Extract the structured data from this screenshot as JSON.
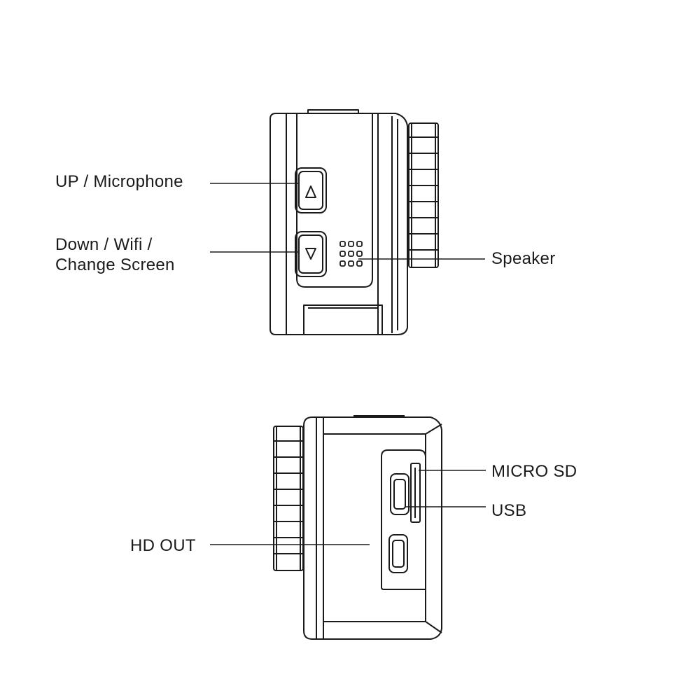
{
  "labels": {
    "up_microphone": "UP / Microphone",
    "down_line1": "Down / Wifi /",
    "down_line2": "Change Screen",
    "speaker": "Speaker",
    "micro_sd": "MICRO SD",
    "usb": "USB",
    "hd_out": "HD OUT"
  },
  "icons": {
    "up_button": "triangle-up-icon",
    "down_button": "triangle-down-icon",
    "speaker_grille": "speaker-grille-icon",
    "usb_port": "micro-usb-port-icon",
    "hdmi_port": "micro-hdmi-port-icon"
  },
  "colors": {
    "line": "#1a1a1a",
    "background": "#ffffff"
  }
}
